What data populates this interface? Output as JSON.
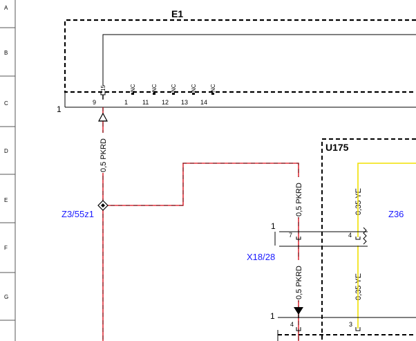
{
  "row_labels": [
    "A",
    "B",
    "C",
    "D",
    "E",
    "F",
    "G"
  ],
  "components": {
    "e1": {
      "name": "E1"
    },
    "u175": {
      "name": "U175"
    },
    "z3_55z1": {
      "name": "Z3/55z1"
    },
    "z36": {
      "name": "Z36"
    },
    "x18_28": {
      "name": "X18/28"
    }
  },
  "e1_connector": {
    "side_label": "1",
    "pins": [
      {
        "pin": "9",
        "term": "15"
      },
      {
        "pin": "1",
        "term": "NC"
      },
      {
        "pin": "11",
        "term": "NC"
      },
      {
        "pin": "12",
        "term": "NC"
      },
      {
        "pin": "13",
        "term": "NC"
      },
      {
        "pin": "14",
        "term": "NC"
      }
    ]
  },
  "x18_connector": {
    "side_label": "1",
    "pin_left": "7",
    "pin_right": "4"
  },
  "bottom_connector": {
    "side_label": "1",
    "pin_left": "4",
    "pin_right": "3"
  },
  "wires": {
    "w1": "0,5 PKRD",
    "w2": "0,5 PKRD",
    "w3": "0,5 PKRD",
    "w4": "0,35 YE",
    "w5": "0,35 YE"
  },
  "colors": {
    "pkrd": "#e0303a",
    "ye": "#f2e000",
    "outline": "#000000",
    "label_blue": "#1a1aff"
  }
}
